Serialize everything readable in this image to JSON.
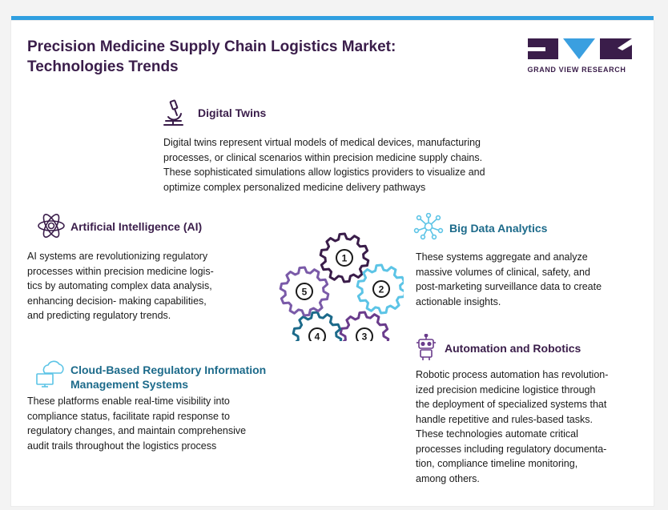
{
  "title": {
    "line1": "Precision Medicine Supply Chain Logistics Market:",
    "line2": "Technologies Trends"
  },
  "logo": {
    "text": "GRAND VIEW RESEARCH"
  },
  "sections": {
    "digital_twins": {
      "heading": "Digital Twins",
      "icon": "microscope-icon",
      "lines": [
        "Digital twins represent virtual models of medical devices, manufacturing",
        "processes, or clinical scenarios within precision medicine supply chains.",
        "These sophisticated simulations allow logistics providers to visualize and",
        "optimize complex personalized medicine delivery pathways"
      ]
    },
    "ai": {
      "heading": "Artificial Intelligence (AI)",
      "icon": "atom-icon",
      "lines": [
        "AI systems are revolutionizing regulatory",
        "processes within precision medicine logis-",
        "tics by automating complex data analysis,",
        "enhancing decision- making capabilities,",
        "and predicting regulatory trends."
      ]
    },
    "big_data": {
      "heading": "Big Data Analytics",
      "icon": "network-nodes-icon",
      "lines": [
        "These systems aggregate and analyze",
        "massive volumes of clinical, safety, and",
        "post-marketing surveillance data to create",
        "actionable insights."
      ]
    },
    "cloud": {
      "heading_line1": "Cloud-Based Regulatory Information",
      "heading_line2": "Management Systems",
      "icon": "cloud-computer-icon",
      "lines": [
        "These platforms enable real-time visibility into",
        "compliance status, facilitate rapid response to",
        "regulatory changes, and maintain comprehensive",
        "audit trails throughout the logistics process"
      ]
    },
    "automation": {
      "heading": "Automation and Robotics",
      "icon": "robot-icon",
      "lines": [
        "Robotic process automation has revolution-",
        "ized precision medicine logistice through",
        "the deployment of specialized systems that",
        "handle repetitive and rules-based tasks.",
        "These technologies automate critical",
        "processes including regulatory documenta-",
        "tion, compliance timeline monitoring,",
        "among others."
      ]
    }
  },
  "gears": [
    {
      "label": "1",
      "color": "#3a1d4a"
    },
    {
      "label": "2",
      "color": "#5cc4e6"
    },
    {
      "label": "3",
      "color": "#6a3c8c"
    },
    {
      "label": "4",
      "color": "#1c6a8a"
    },
    {
      "label": "5",
      "color": "#7a5aa8"
    }
  ],
  "colors": {
    "brand_purple": "#3a1d4a",
    "teal": "#1c6a8a",
    "light_blue": "#5cc4e6",
    "top_bar": "#2f9fe0"
  }
}
